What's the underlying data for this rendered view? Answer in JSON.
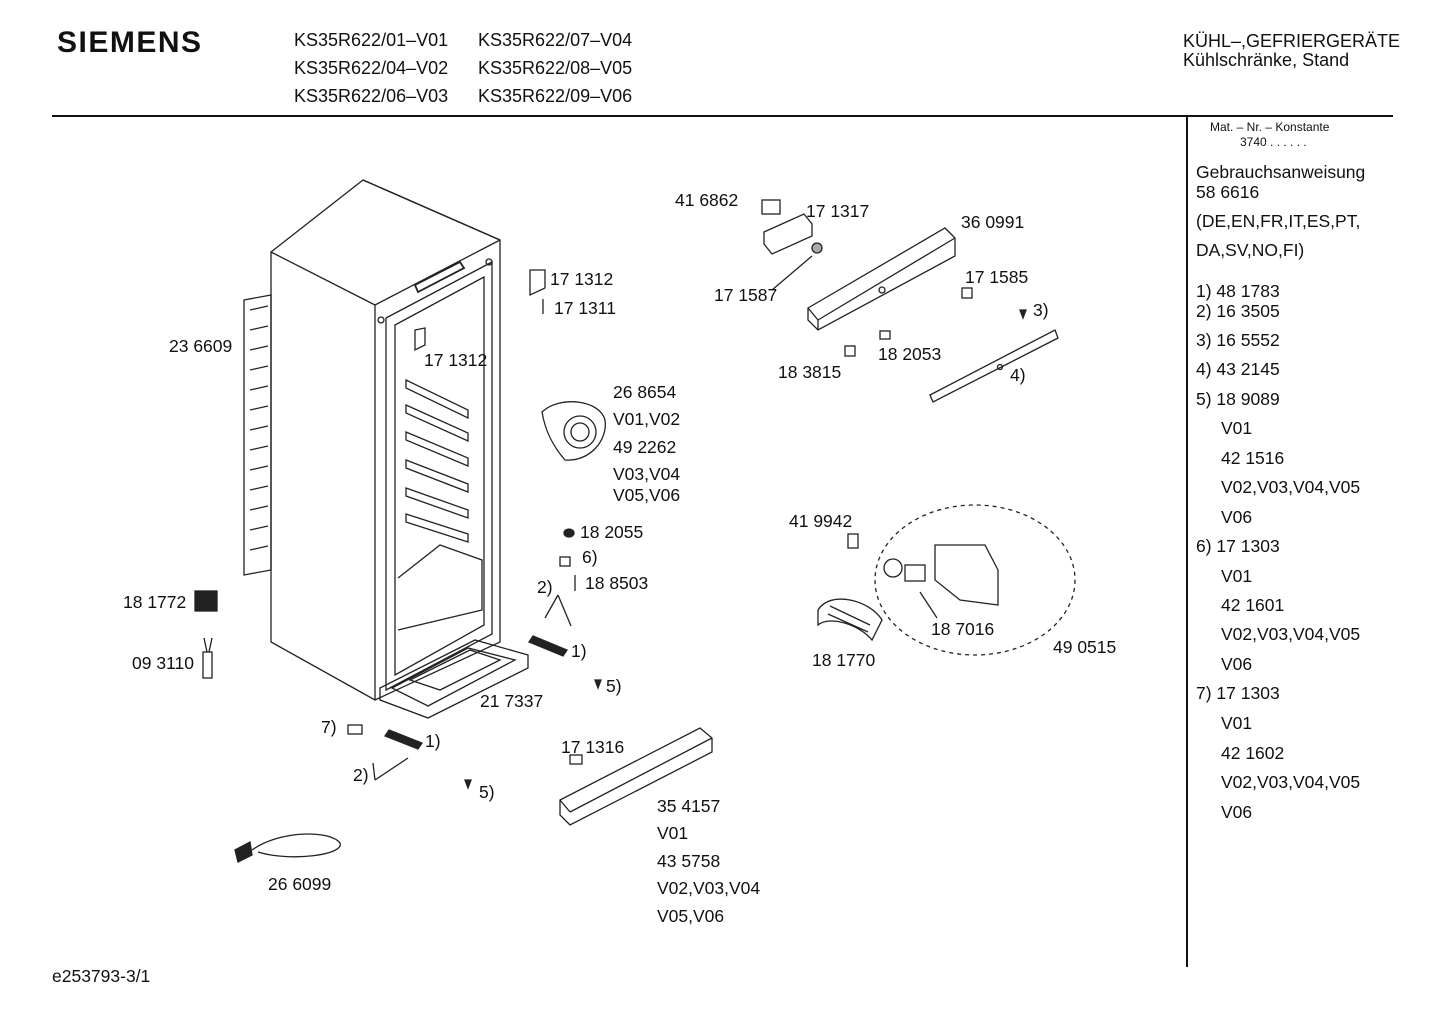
{
  "header": {
    "brand": "SIEMENS",
    "models": [
      [
        "KS35R622/01–V01",
        "KS35R622/07–V04"
      ],
      [
        "KS35R622/04–V02",
        "KS35R622/08–V05"
      ],
      [
        "KS35R622/06–V03",
        "KS35R622/09–V06"
      ]
    ],
    "category_line1": "KÜHL–,GEFRIERGERÄTE",
    "category_line2": "Kühlschränke, Stand"
  },
  "sidebar": {
    "mat_header": "Mat. – Nr. – Konstante",
    "mat_value": "3740 .  .  .  .  .  .",
    "manual_title": "Gebrauchsanweisung",
    "manual_number": "58 6616",
    "languages_line1": "(DE,EN,FR,IT,ES,PT,",
    "languages_line2": "DA,SV,NO,FI)",
    "items": [
      "1) 48 1783",
      "2) 16 3505",
      "3) 16 5552",
      "4) 43 2145",
      "5) 18 9089",
      "V01",
      "42 1516",
      "V02,V03,V04,V05",
      "V06",
      "6) 17 1303",
      "V01",
      "42 1601",
      "V02,V03,V04,V05",
      "V06",
      "7) 17 1303",
      "V01",
      "42 1602",
      "V02,V03,V04,V05",
      "V06"
    ]
  },
  "labels": [
    "41 6862",
    "17 1317",
    "36 0991",
    "17 1312",
    "17 1311",
    "17 1587",
    "17 1585",
    "3)",
    "23 6609",
    "17 1312",
    "18 2053",
    "18 3815",
    "4)",
    "26 8654",
    "V01,V02",
    "49 2262",
    "V03,V04",
    "V05,V06",
    "41 9942",
    "18 2055",
    "6)",
    "18 8503",
    "2)",
    "18 1772",
    "1)",
    "18 7016",
    "18 1770",
    "49 0515",
    "09 3110",
    "5)",
    "21 7337",
    "7)",
    "1)",
    "17 1316",
    "2)",
    "5)",
    "35 4157",
    "V01",
    "43 5758",
    "V02,V03,V04",
    "V05,V06",
    "26 6099"
  ],
  "footer": {
    "doc_id": "e253793-3/1"
  }
}
